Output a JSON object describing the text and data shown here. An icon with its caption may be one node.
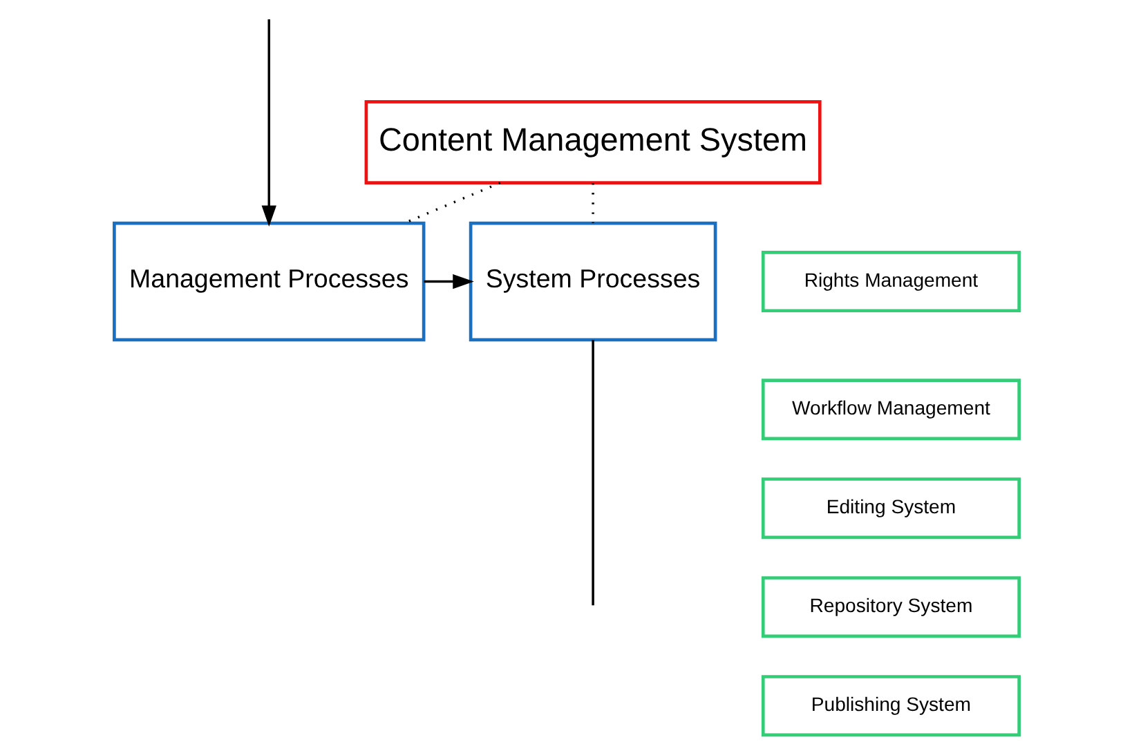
{
  "diagram": {
    "nodes": [
      {
        "text": [
          "Content Management System"
        ]
      },
      {
        "text": [
          "Management Processes"
        ]
      },
      {
        "text": [
          "System Processes"
        ]
      },
      {
        "text": [
          "Rights Management"
        ]
      },
      {
        "text": [
          "Workflow Management"
        ]
      },
      {
        "text": [
          "Editing System"
        ]
      },
      {
        "text": [
          "Repository System"
        ]
      },
      {
        "text": [
          "Publishing System"
        ]
      }
    ],
    "edges": [
      {
        "from": 0,
        "to": 1,
        "arrow": "none",
        "style": "dashed"
      },
      {
        "from": 0,
        "to": 2,
        "arrow": "none",
        "style": "dashed"
      },
      {
        "from": 1,
        "to": 2,
        "arrow": "to"
      },
      {
        "from": null,
        "to": 1,
        "arrow": "to"
      },
      {
        "from": 2,
        "to": null,
        "arrow": "none"
      }
    ]
  }
}
